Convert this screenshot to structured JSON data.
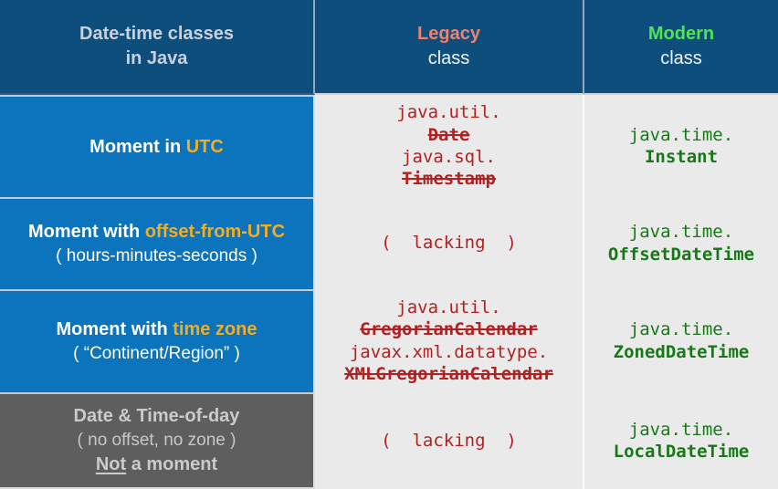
{
  "header": {
    "left_line1": "Date-time classes",
    "left_line2": "in Java",
    "legacy_title": "Legacy",
    "legacy_subtitle": "class",
    "modern_title": "Modern",
    "modern_subtitle": "class"
  },
  "colors": {
    "header_bg": "#0E4E7D",
    "row_label_bg": "#0B74BC",
    "gray_row_bg": "#5E5E5E",
    "legacy_accent": "#F2806C",
    "modern_accent": "#4FE54F",
    "highlight_yellow": "#F5AC1F",
    "legacy_code": "#B12121",
    "modern_code": "#187818",
    "code_cell_bg": "#EAEAEA"
  },
  "rows": [
    {
      "label_prefix": "Moment in ",
      "label_highlight": "UTC",
      "legacy": [
        {
          "text": "java.util."
        },
        {
          "text": "Date"
        },
        {
          "text": "java.sql."
        },
        {
          "text": "Timestamp"
        }
      ],
      "modern": [
        {
          "text": "java.time."
        },
        {
          "text": "Instant"
        }
      ]
    },
    {
      "label_prefix": "Moment with ",
      "label_highlight": "offset-from-UTC",
      "label_note": "( hours-minutes-seconds )",
      "legacy": [
        {
          "text": "(  lacking  )"
        }
      ],
      "modern": [
        {
          "text": "java.time."
        },
        {
          "text": "OffsetDateTime"
        }
      ]
    },
    {
      "label_prefix": "Moment with ",
      "label_highlight": "time zone",
      "label_note": "( “Continent/Region” )",
      "legacy": [
        {
          "text": "java.util."
        },
        {
          "text": "GregorianCalendar"
        },
        {
          "text": "javax.xml.datatype."
        },
        {
          "text": "XMLGregorianCalendar"
        }
      ],
      "modern": [
        {
          "text": "java.time."
        },
        {
          "text": "ZonedDateTime"
        }
      ]
    },
    {
      "label_prefix": "Date & Time-of-day",
      "label_note": "( no offset, no zone )",
      "label_note2_underlined": "Not",
      "label_note2_rest": " a moment",
      "legacy": [
        {
          "text": "(  lacking  )"
        }
      ],
      "modern": [
        {
          "text": "java.time."
        },
        {
          "text": "LocalDateTime"
        }
      ]
    }
  ]
}
